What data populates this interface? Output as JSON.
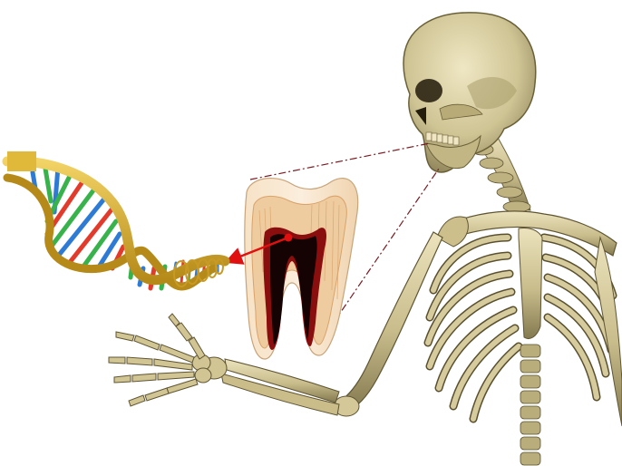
{
  "figure": {
    "background_color": "#ffffff",
    "elements": [
      {
        "kind": "dna-double-helix",
        "icon": "dna-icon"
      },
      {
        "kind": "tooth-cross-section",
        "icon": "tooth-icon"
      },
      {
        "kind": "skeleton",
        "icon": "skeleton-icon"
      },
      {
        "kind": "connector-arrow",
        "icon": "arrow-icon"
      },
      {
        "kind": "zoom-guide-lines",
        "icon": "dash-dot-line-icon"
      }
    ],
    "colors": {
      "bone": "#d8cfa6",
      "bone_shadow": "#8f8458",
      "bone_dark": "#4e4629",
      "dna_backbone": "#e0b93a",
      "dna_backbone_dark": "#b58a18",
      "base_pairs": [
        "#2e7bd6",
        "#38b24a",
        "#e23b2b",
        "#2e7bd6",
        "#38b24a",
        "#e23b2b"
      ],
      "tooth_enamel": "#f4e7d4",
      "tooth_dentin": "#f0cfa6",
      "tooth_dentin_lines": "#d9a36a",
      "pulp": "#8b0e0e",
      "pulp_core": "#150202",
      "arrow": "#e01010",
      "guide_line": "#7a1a22"
    }
  }
}
